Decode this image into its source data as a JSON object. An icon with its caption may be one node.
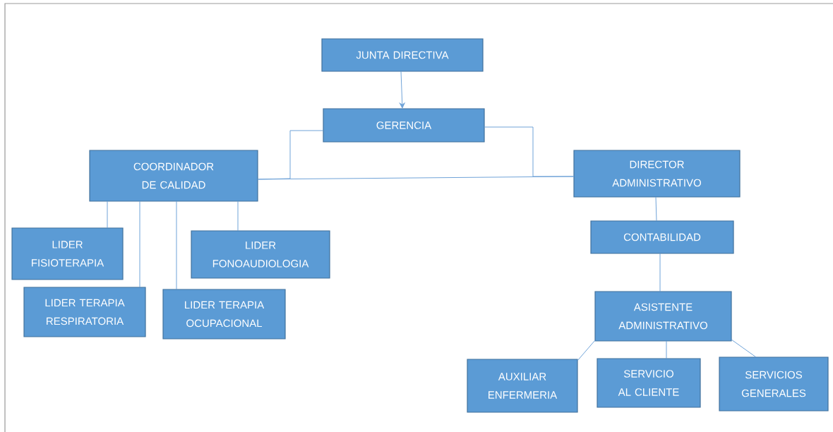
{
  "diagram": {
    "nodes": [
      {
        "text": [
          "JUNTA DIRECTIVA"
        ]
      },
      {
        "text": [
          "GERENCIA"
        ]
      },
      {
        "text": [
          "COORDINADOR DE CALIDAD"
        ]
      },
      {
        "text": [
          "DIRECTOR ADMINISTRATIVO"
        ]
      },
      {
        "text": [
          "LIDER FISIOTERAPIA"
        ]
      },
      {
        "text": [
          "LIDER FONOAUDIOLOGIA"
        ]
      },
      {
        "text": [
          "LIDER TERAPIA RESPIRATORIA"
        ]
      },
      {
        "text": [
          "LIDER TERAPIA OCUPACIONAL"
        ]
      },
      {
        "text": [
          "CONTABILIDAD"
        ]
      },
      {
        "text": [
          "ASISTENTE ADMINISTRATIVO"
        ]
      },
      {
        "text": [
          "AUXILIAR ENFERMERIA"
        ]
      },
      {
        "text": [
          "SERVICIO AL CLIENTE"
        ]
      },
      {
        "text": [
          "SERVICIOS GENERALES"
        ]
      }
    ],
    "edges": [
      {
        "from": 0,
        "to": 1,
        "arrow": "to"
      },
      {
        "from": 1,
        "to": 2,
        "arrow": "none"
      },
      {
        "from": 1,
        "to": 3,
        "arrow": "none"
      },
      {
        "from": 2,
        "to": 3,
        "arrow": "none"
      },
      {
        "from": 2,
        "to": 4,
        "arrow": "none"
      },
      {
        "from": 2,
        "to": 6,
        "arrow": "none"
      },
      {
        "from": 2,
        "to": 7,
        "arrow": "none"
      },
      {
        "from": 2,
        "to": 5,
        "arrow": "none"
      },
      {
        "from": 3,
        "to": 8,
        "arrow": "none"
      },
      {
        "from": 8,
        "to": 9,
        "arrow": "none"
      },
      {
        "from": 9,
        "to": 10,
        "arrow": "none"
      },
      {
        "from": 9,
        "to": 11,
        "arrow": "none"
      },
      {
        "from": 9,
        "to": 12,
        "arrow": "none"
      }
    ]
  }
}
